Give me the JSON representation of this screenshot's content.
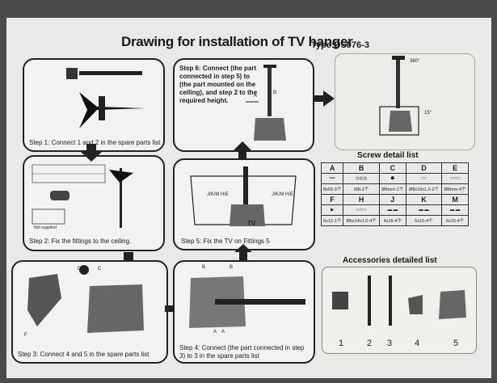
{
  "header": {
    "title": "Drawing for installation of TV hanger",
    "type": "Type:DS076-3"
  },
  "steps": {
    "step1": "Step 1: Connect 1 and 2 in the spare parts list",
    "step2": "Step 2: Fix the fittings to the ceiling.",
    "step3": "Step 3: Connect 4 and 5 in the spare parts list",
    "step4": "Step 4: Connect (the part connected in step 3) to 3 in the spare parts list",
    "step5": "Step 5: Fix the TV on Fittings 5",
    "step6": "Step 6: Connect (the part connected in step 5) to (the part mounted on the ceiling), and step 2 to the required height."
  },
  "labels": {
    "not_supplied": "Not supplied",
    "tv": "TV",
    "jkm_he": "J/K/M H/E",
    "a": "A",
    "b": "B",
    "c": "C",
    "d": "D",
    "e": "E",
    "f": "F",
    "deg360": "360°",
    "deg15": "15°"
  },
  "screw_list": {
    "title": "Screw detail list",
    "row1_letters": [
      "A",
      "B",
      "C",
      "D",
      "E"
    ],
    "row1_specs": [
      "8x50-3个",
      "M8-3个",
      "Ø6mm-1个",
      "Ø8x18x1.0-2个",
      "Ø8mm-4个"
    ],
    "row2_letters": [
      "F",
      "H",
      "J",
      "K",
      "M"
    ],
    "row2_specs": [
      "6x12-1个",
      "Ø6x14x1.0-4个",
      "4x16-4个",
      "5x16-4个",
      "6x16-4个"
    ]
  },
  "accessories": {
    "title": "Accessories detailed list",
    "numbers": [
      "1",
      "2",
      "3",
      "4",
      "5"
    ]
  }
}
